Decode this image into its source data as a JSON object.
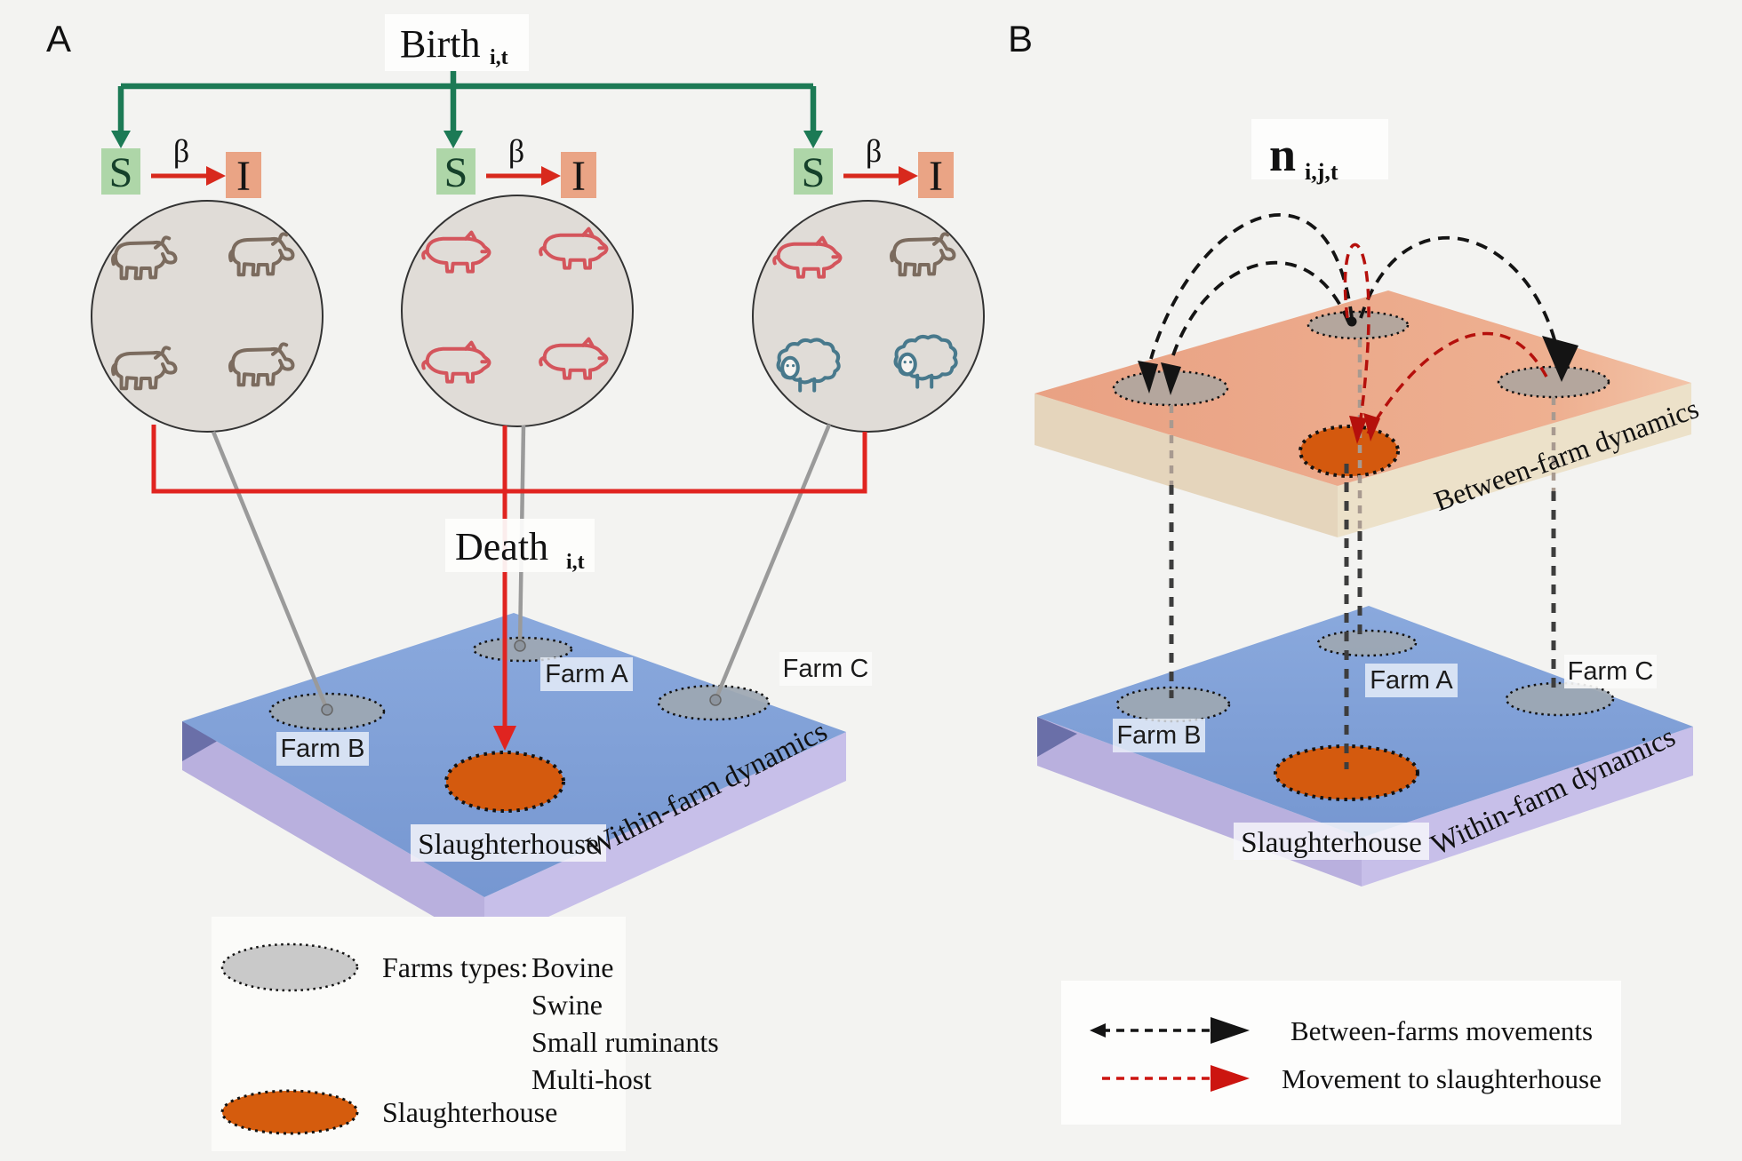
{
  "panel_a": {
    "label": "A",
    "birth": {
      "text": "Birth",
      "subscript": "i,t"
    },
    "death": {
      "text": "Death",
      "subscript": "i,t"
    },
    "compartments": {
      "susceptible": "S",
      "infected": "I",
      "transmission_rate": "β"
    },
    "farms": {
      "farm_a": "Farm A",
      "farm_b": "Farm B",
      "farm_c": "Farm C"
    },
    "slaughterhouse_label": "Slaughterhouse",
    "plane_label": "Within-farm dynamics"
  },
  "panel_b": {
    "label": "B",
    "movements": {
      "text": "n",
      "subscript": "i,j,t"
    },
    "farms": {
      "farm_a": "Farm A",
      "farm_b": "Farm B",
      "farm_c": "Farm C"
    },
    "slaughterhouse_label": "Slaughterhouse",
    "top_plane_label": "Between-farm dynamics",
    "bottom_plane_label": "Within-farm dynamics"
  },
  "legend_farms": {
    "types_prefix": "Farms types:",
    "types": [
      "Bovine",
      "Swine",
      "Small ruminants",
      "Multi-host"
    ],
    "slaughterhouse": "Slaughterhouse"
  },
  "legend_movements": {
    "between_farms": "Between-farms movements",
    "to_slaughterhouse": "Movement to slaughterhouse"
  },
  "icons": {
    "bovine": "cow-icon",
    "swine": "pig-icon",
    "small_ruminant": "sheep-icon"
  },
  "colors": {
    "background": "#f3f3f1",
    "green_arrow": "#1c7a55",
    "red_arrow": "#dd2a1e",
    "dark_red_arc": "#b5100c",
    "black_arc": "#141414",
    "blue_plane": "#7d9fd7",
    "lavender_side": "#c3badf",
    "dark_corner": "#6a6fa8",
    "orange_plane": "#edaa8b",
    "beige_side": "#e9dcc0",
    "farm_ellipse": "#9da7b2",
    "top_farm_ellipse": "#b4a69d",
    "slaughterhouse_orange": "#d45a0e",
    "herd_circle_fill": "#e0dcd7",
    "cow_stroke": "#7b6b5e",
    "pig_stroke": "#d4555c",
    "sheep_stroke": "#48798c",
    "s_box": "#aed6a8",
    "i_box": "#eaa485"
  }
}
